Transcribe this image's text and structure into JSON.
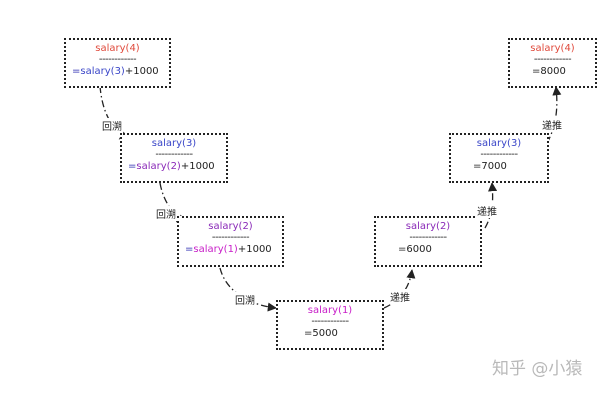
{
  "nodes": [
    {
      "id": "n4l",
      "title": "salary(4)",
      "divider": "------------",
      "expr_prefix": "=",
      "expr_call": "salary(3)",
      "expr_suffix": "+1000"
    },
    {
      "id": "n3l",
      "title": "salary(3)",
      "divider": "------------",
      "expr_prefix": "=",
      "expr_call": "salary(2)",
      "expr_suffix": "+1000"
    },
    {
      "id": "n2l",
      "title": "salary(2)",
      "divider": "------------",
      "expr_prefix": "=",
      "expr_call": "salary(1)",
      "expr_suffix": "+1000"
    },
    {
      "id": "n1",
      "title": "salary(1)",
      "divider": "------------",
      "result": "=5000"
    },
    {
      "id": "n2r",
      "title": "salary(2)",
      "divider": "------------",
      "result": "=6000"
    },
    {
      "id": "n3r",
      "title": "salary(3)",
      "divider": "------------",
      "result": "=7000"
    },
    {
      "id": "n4r",
      "title": "salary(4)",
      "divider": "------------",
      "result": "=8000"
    }
  ],
  "labels": {
    "backtrack": "回溯",
    "recurse": "递推"
  },
  "watermark": "知乎 @小猿",
  "colors": {
    "salary4": "#e04a3c",
    "salary3": "#3a46c8",
    "salary2": "#8a2ab8",
    "salary1": "#c81ec8"
  }
}
